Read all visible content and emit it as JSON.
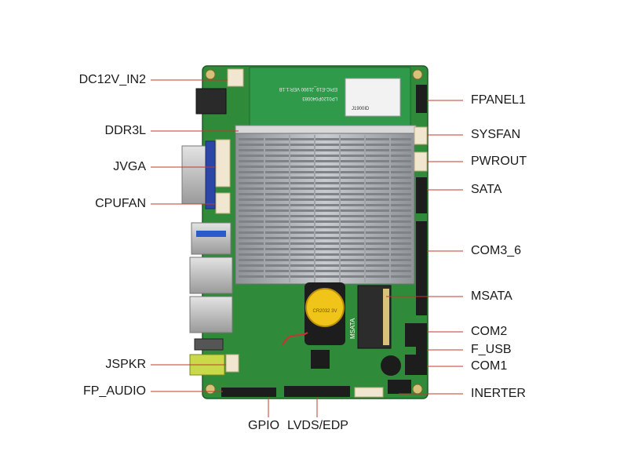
{
  "diagram": {
    "left_labels": [
      "DC12V_IN2",
      "DDR3L",
      "JVGA",
      "CPUFAN",
      "JSPKR",
      "FP_AUDIO"
    ],
    "right_labels": [
      "FPANEL1",
      "SYSFAN",
      "PWROUT",
      "SATA",
      "COM3_6",
      "MSATA",
      "COM2",
      "F_USB",
      "COM1",
      "INERTER"
    ],
    "bottom_labels": [
      "GPIO",
      "LVDS/EDP"
    ],
    "pcb_text": {
      "board_id": "EPIC-E19_J1900 VER:1.1B",
      "serial": "LP0120P040083",
      "lot": "J1900ID",
      "silk_msata": "MSATA",
      "battery": "CR2032 3V"
    },
    "colors": {
      "pcb": "#2f8a3a",
      "heatsink": "#b9bcbf",
      "leader_line": "#c0392b",
      "label_text": "#1a1a1a"
    }
  }
}
